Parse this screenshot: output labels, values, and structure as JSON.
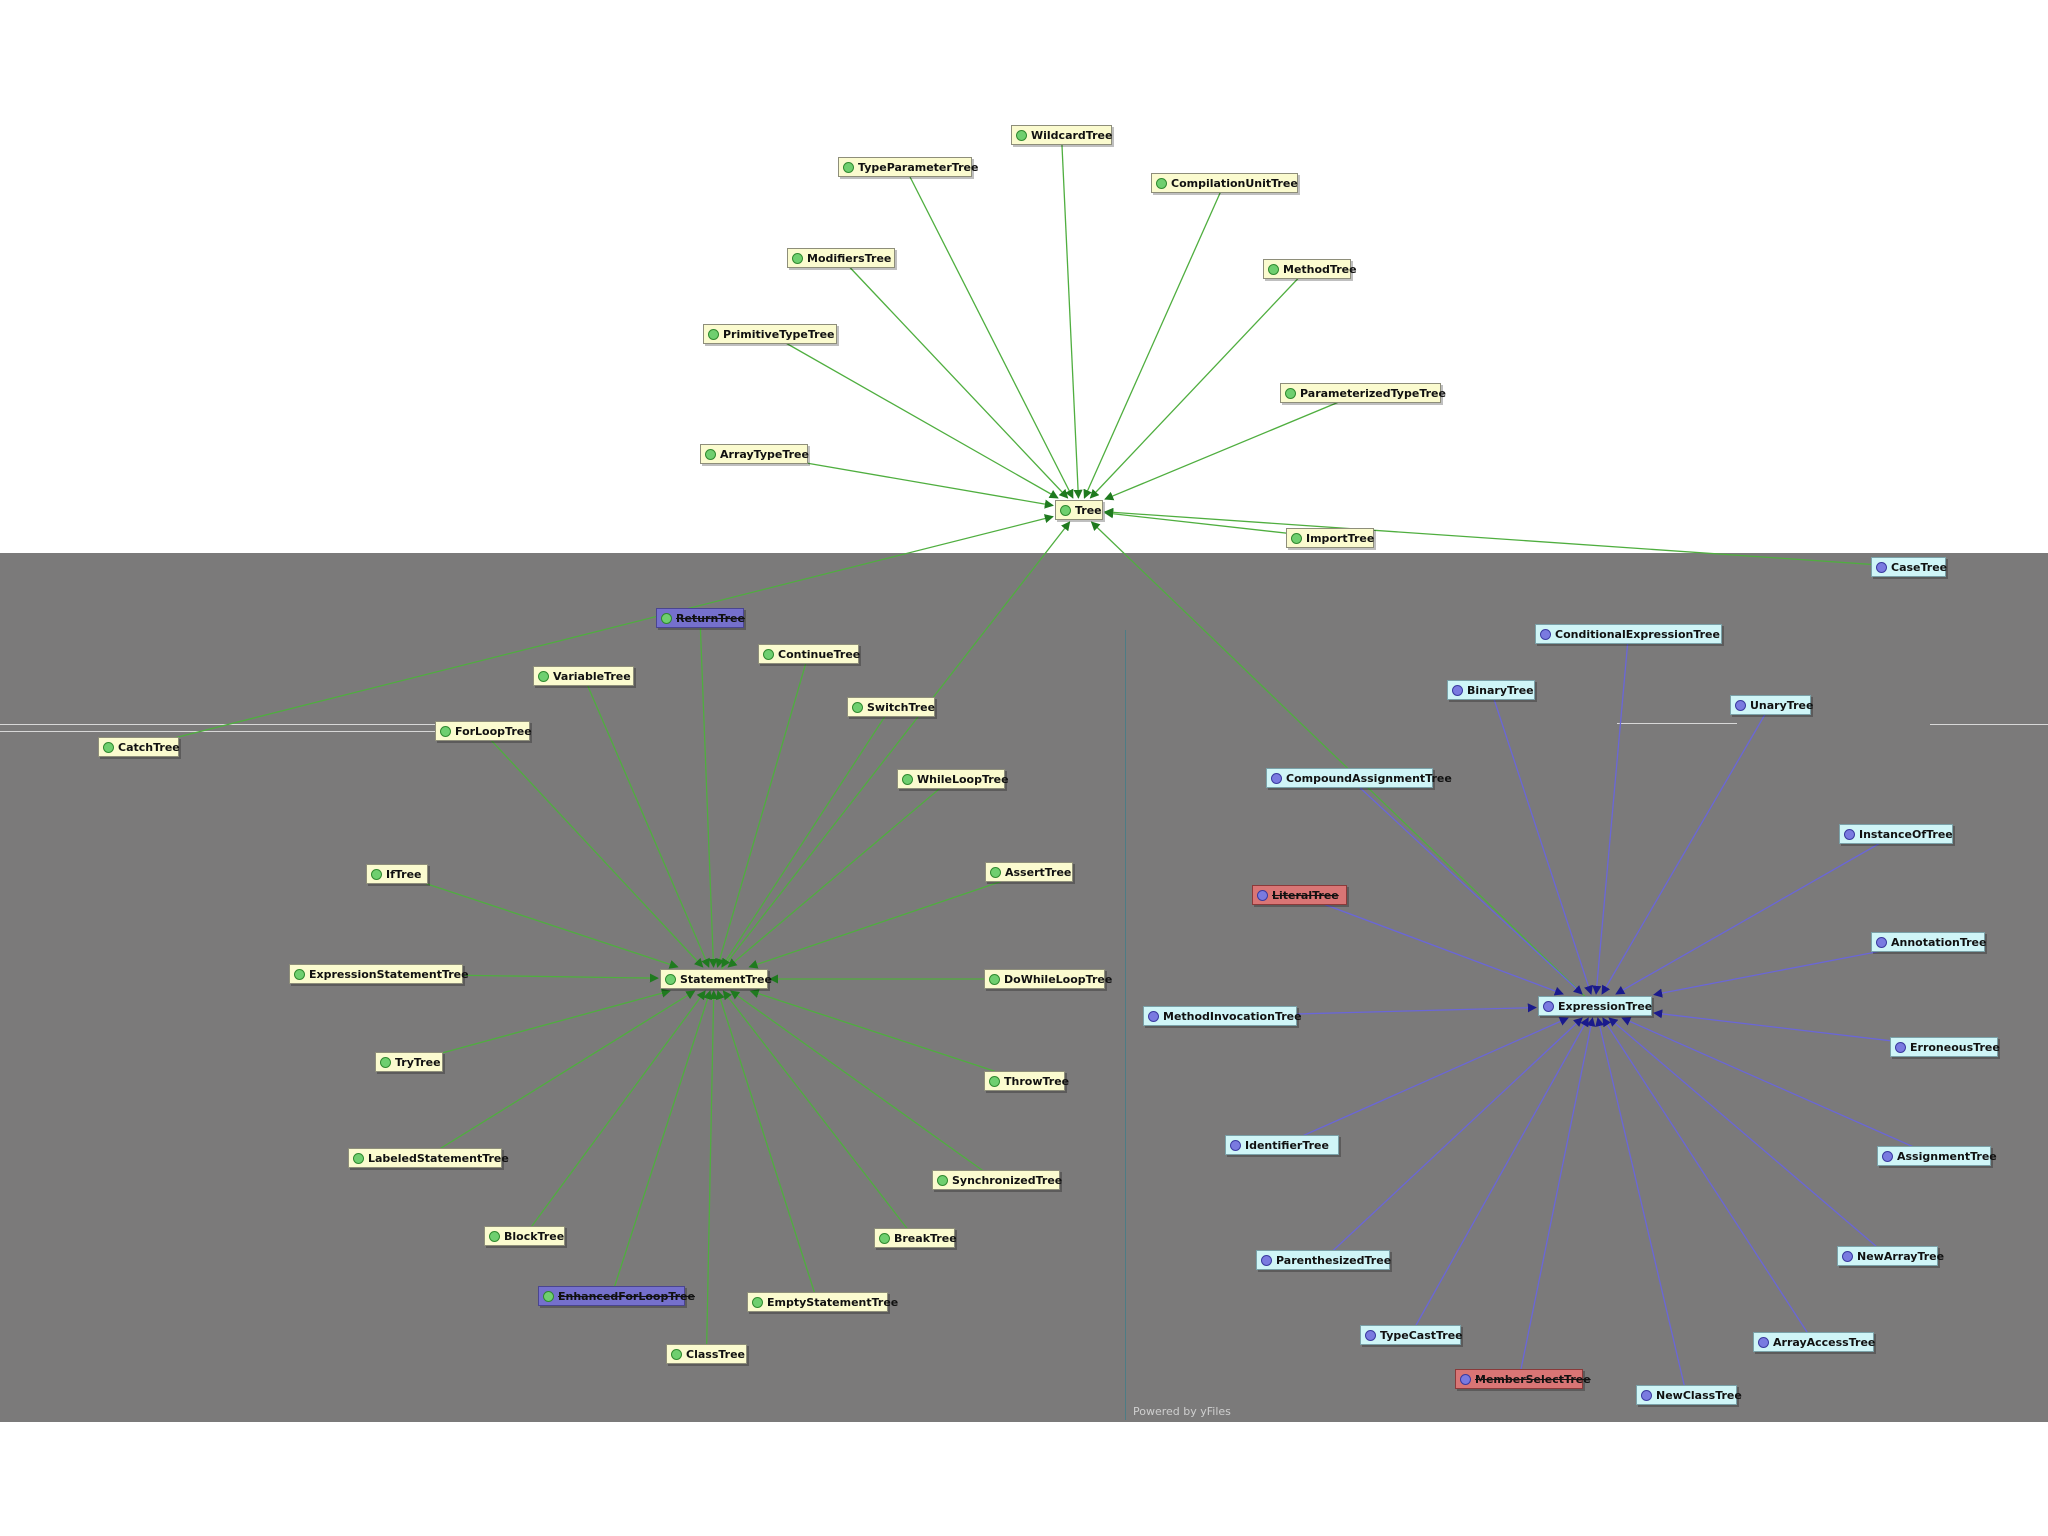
{
  "footer": "Powered by yFiles",
  "colors": {
    "edge_green": "#4fae3f",
    "edge_blue": "#6a66d8",
    "arrow_green": "#1f7a1f",
    "arrow_blue": "#1a1a8c",
    "panel": "#7b7a7a"
  },
  "hubs": {
    "tree": {
      "label": "Tree",
      "style": "green"
    },
    "statement": {
      "label": "StatementTree",
      "style": "green"
    },
    "expression": {
      "label": "ExpressionTree",
      "style": "blue"
    }
  },
  "tree_children": [
    {
      "label": "WildcardTree",
      "style": "green"
    },
    {
      "label": "TypeParameterTree",
      "style": "green"
    },
    {
      "label": "CompilationUnitTree",
      "style": "green"
    },
    {
      "label": "ModifiersTree",
      "style": "green"
    },
    {
      "label": "MethodTree",
      "style": "green"
    },
    {
      "label": "PrimitiveTypeTree",
      "style": "green"
    },
    {
      "label": "ParameterizedTypeTree",
      "style": "green"
    },
    {
      "label": "ArrayTypeTree",
      "style": "green"
    },
    {
      "label": "ImportTree",
      "style": "green"
    },
    {
      "label": "CatchTree",
      "style": "green"
    },
    {
      "label": "CaseTree",
      "style": "blue"
    }
  ],
  "statement_children": [
    {
      "label": "ReturnTree",
      "style": "purple"
    },
    {
      "label": "ContinueTree",
      "style": "green"
    },
    {
      "label": "VariableTree",
      "style": "green"
    },
    {
      "label": "SwitchTree",
      "style": "green"
    },
    {
      "label": "ForLoopTree",
      "style": "green"
    },
    {
      "label": "WhileLoopTree",
      "style": "green"
    },
    {
      "label": "IfTree",
      "style": "green"
    },
    {
      "label": "AssertTree",
      "style": "green"
    },
    {
      "label": "ExpressionStatementTree",
      "style": "green"
    },
    {
      "label": "DoWhileLoopTree",
      "style": "green"
    },
    {
      "label": "TryTree",
      "style": "green"
    },
    {
      "label": "ThrowTree",
      "style": "green"
    },
    {
      "label": "LabeledStatementTree",
      "style": "green"
    },
    {
      "label": "SynchronizedTree",
      "style": "green"
    },
    {
      "label": "BlockTree",
      "style": "green"
    },
    {
      "label": "BreakTree",
      "style": "green"
    },
    {
      "label": "EnhancedForLoopTree",
      "style": "purple"
    },
    {
      "label": "EmptyStatementTree",
      "style": "green"
    },
    {
      "label": "ClassTree",
      "style": "green"
    }
  ],
  "expression_children": [
    {
      "label": "ConditionalExpressionTree",
      "style": "blue"
    },
    {
      "label": "BinaryTree",
      "style": "blue"
    },
    {
      "label": "UnaryTree",
      "style": "blue"
    },
    {
      "label": "CompoundAssignmentTree",
      "style": "blue"
    },
    {
      "label": "InstanceOfTree",
      "style": "blue"
    },
    {
      "label": "LiteralTree",
      "style": "red"
    },
    {
      "label": "AnnotationTree",
      "style": "blue"
    },
    {
      "label": "MethodInvocationTree",
      "style": "blue"
    },
    {
      "label": "ErroneousTree",
      "style": "blue"
    },
    {
      "label": "IdentifierTree",
      "style": "blue"
    },
    {
      "label": "AssignmentTree",
      "style": "blue"
    },
    {
      "label": "ParenthesizedTree",
      "style": "blue"
    },
    {
      "label": "NewArrayTree",
      "style": "blue"
    },
    {
      "label": "TypeCastTree",
      "style": "blue"
    },
    {
      "label": "ArrayAccessTree",
      "style": "blue"
    },
    {
      "label": "MemberSelectTree",
      "style": "red"
    },
    {
      "label": "NewClassTree",
      "style": "blue"
    }
  ]
}
